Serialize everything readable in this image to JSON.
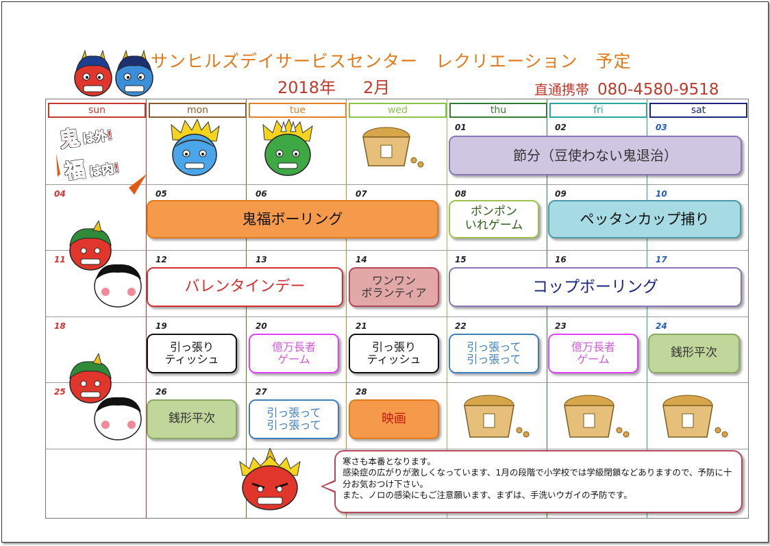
{
  "header": {
    "title": "サンヒルズデイサービスセンター　レクリエーション　予定",
    "year": "2018年",
    "month": "2月",
    "phone_label": "直通携帯",
    "phone_number": "080-4580-9518"
  },
  "weekdays": [
    "sun",
    "mon",
    "tue",
    "wed",
    "thu",
    "fri",
    "sat"
  ],
  "weekday_colors": [
    "#c0392b",
    "#8b5a2b",
    "#e67e22",
    "#8bc34a",
    "#2e7d32",
    "#26a69a",
    "#1a237e"
  ],
  "slogan": {
    "a": "鬼",
    "b": "は外!",
    "c": "福",
    "d": "は内!"
  },
  "dates": {
    "d01": "01",
    "d02": "02",
    "d03": "03",
    "d04": "04",
    "d05": "05",
    "d06": "06",
    "d07": "07",
    "d08": "08",
    "d09": "09",
    "d10": "10",
    "d11": "11",
    "d12": "12",
    "d13": "13",
    "d14": "14",
    "d15": "15",
    "d16": "16",
    "d17": "17",
    "d18": "18",
    "d19": "19",
    "d20": "20",
    "d21": "21",
    "d22": "22",
    "d23": "23",
    "d24": "24",
    "d25": "25",
    "d26": "26",
    "d27": "27",
    "d28": "28"
  },
  "events": {
    "setsubun": "節分（豆使わない鬼退治）",
    "onifuku": "鬼福ボーリング",
    "ponpon_1": "ポンポン",
    "ponpon_2": "いれゲーム",
    "pettan": "ペッタンカップ捕り",
    "valentine": "バレンタインデー",
    "wanwan_1": "ワンワン",
    "wanwan_2": "ボランティア",
    "cup": "コップボーリング",
    "tissue_1": "引っ張り",
    "tissue_2": "ティッシュ",
    "okuman_1": "億万長者",
    "okuman_2": "ゲーム",
    "hippatte": "引っ張って",
    "zenigata": "銭形平次",
    "eiga": "映画"
  },
  "note": {
    "line1": "寒さも本番となります。",
    "line2": "感染症の広がりが激しくなっています、1月の段階で小学校では学級閉鎖などありますので、予防に十分お気おつけ下さい。",
    "line3": "また、ノロの感染にもご注意願います、まずは、手洗いウガイの予防です。"
  },
  "icons": {
    "red_oni": "red-oni-icon",
    "blue_oni": "blue-oni-icon",
    "green_oni": "green-oni-icon",
    "bean_box": "bean-box-icon",
    "okame": "okame-icon"
  }
}
